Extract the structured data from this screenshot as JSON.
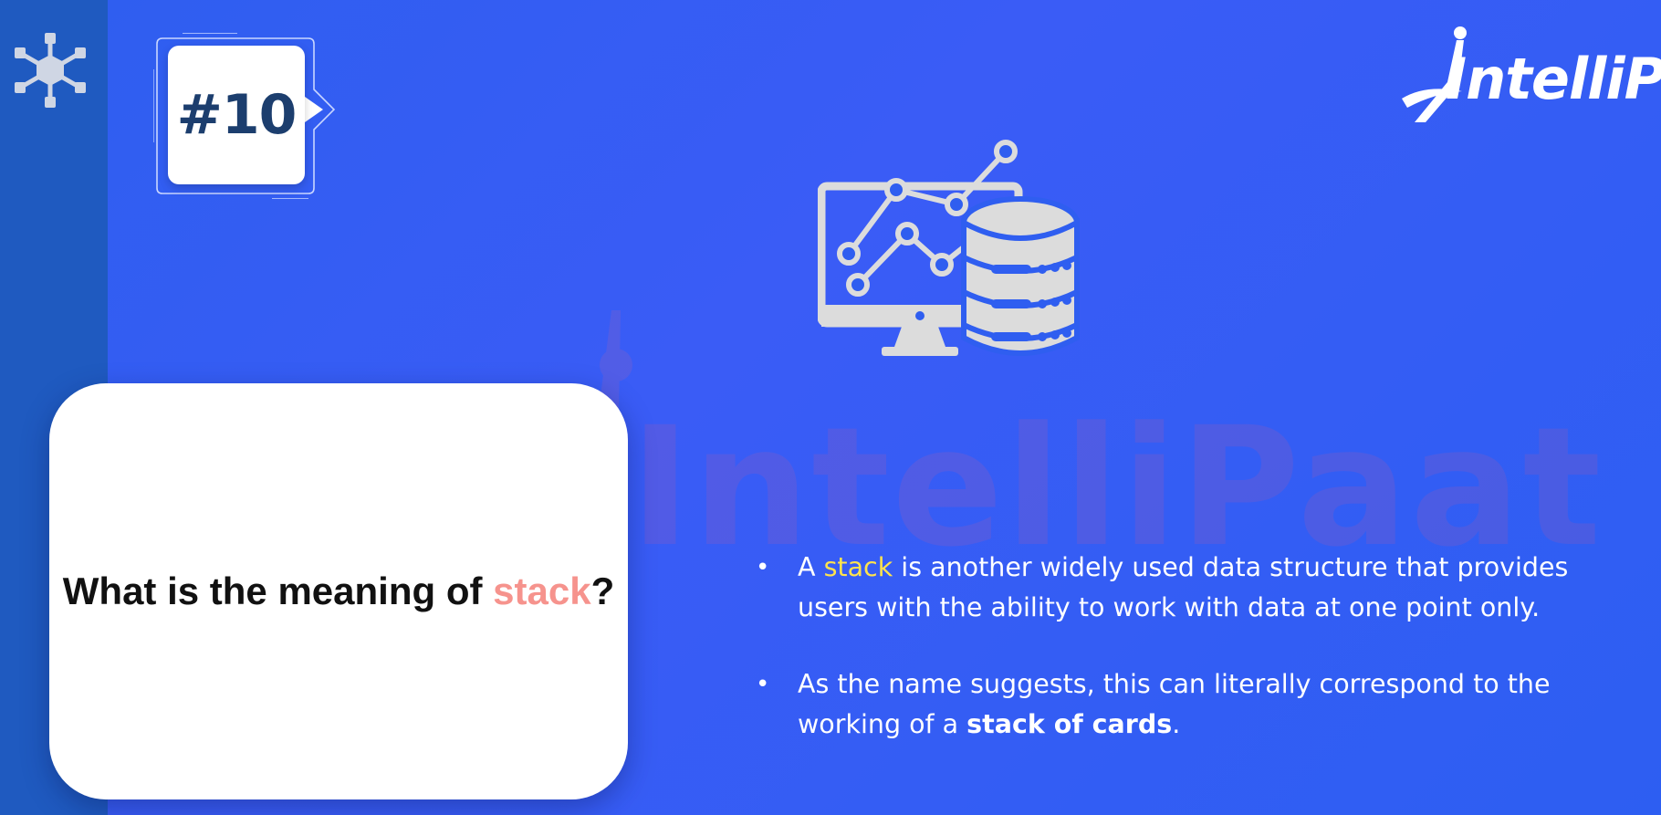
{
  "slide": {
    "number_badge": "#10",
    "brand_logo": "IntelliPaat",
    "watermark": "IntelliPaat",
    "question": {
      "prefix": "What is the meaning of ",
      "highlight": "stack",
      "suffix": "?"
    },
    "bullets": [
      {
        "marker": "•",
        "parts": [
          "A ",
          "stack",
          " is another widely used data structure that provides users with the ability to work with data at one point only."
        ]
      },
      {
        "marker": "•",
        "parts": [
          "As the name suggests, this can literally correspond to the working of a ",
          "stack of cards",
          "."
        ]
      }
    ]
  },
  "icons": {
    "left_strip": "network-icon",
    "hero": "computer-database-icon",
    "badge": "number-badge-frame"
  },
  "colors": {
    "background": "#2a5ae8",
    "left_strip": "#1f5ac0",
    "question_accent": "#f6938d",
    "bullet_highlight": "#ffe34d",
    "badge_text": "#1c3e6e"
  }
}
